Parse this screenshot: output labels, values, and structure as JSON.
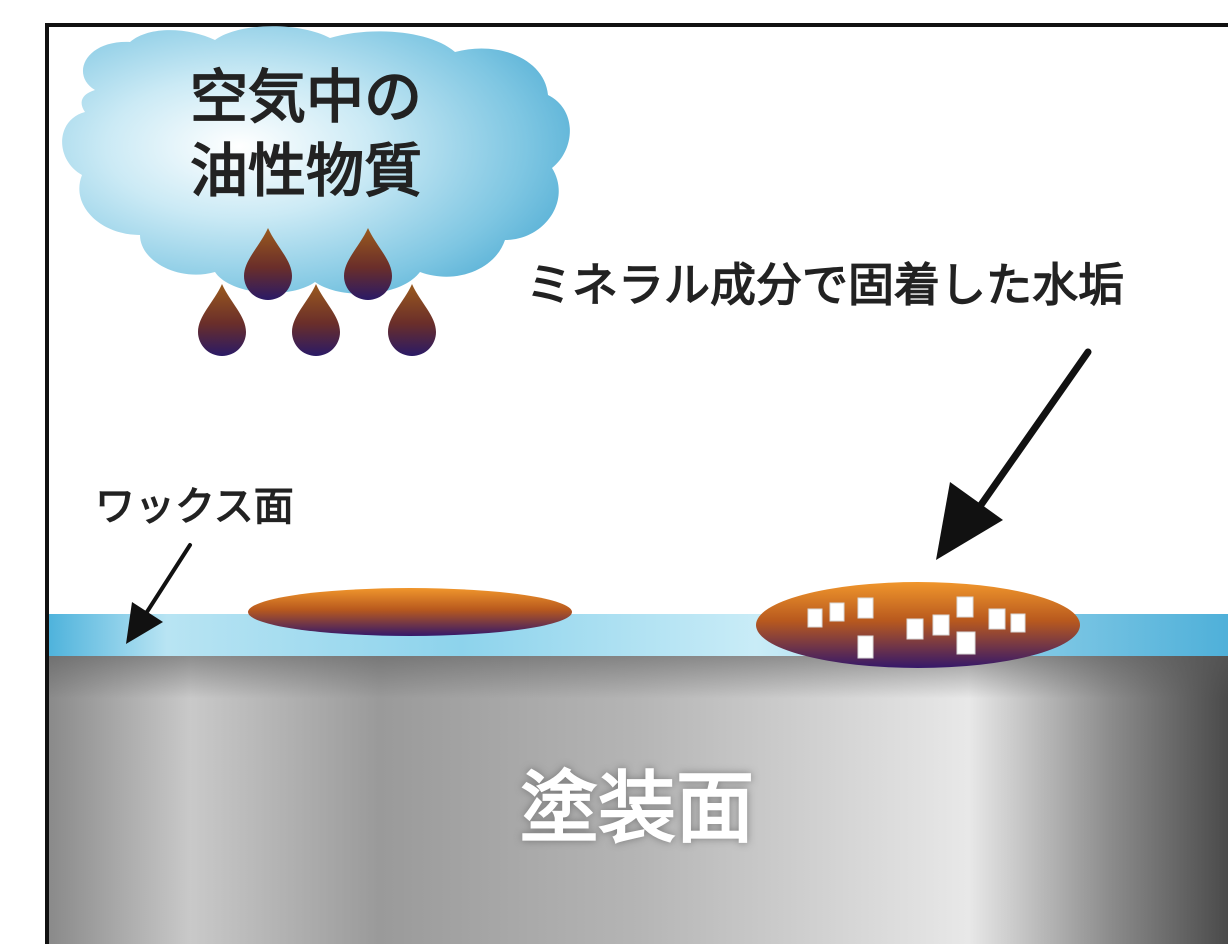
{
  "labels": {
    "cloud": "空気中の\n油性物質",
    "mineral": "ミネラル成分で固着した水垢",
    "wax": "ワックス面",
    "paint": "塗装面"
  },
  "colors": {
    "frame": "#111111",
    "wax_layer": "#7ccbe6",
    "paint_light": "#e6e6e6",
    "paint_dark": "#4a4a4a",
    "stain_top": "#e38a28",
    "stain_bottom": "#3a1a5a",
    "cloud_light": "#e8f6fb",
    "cloud_dark": "#55b4d8"
  }
}
